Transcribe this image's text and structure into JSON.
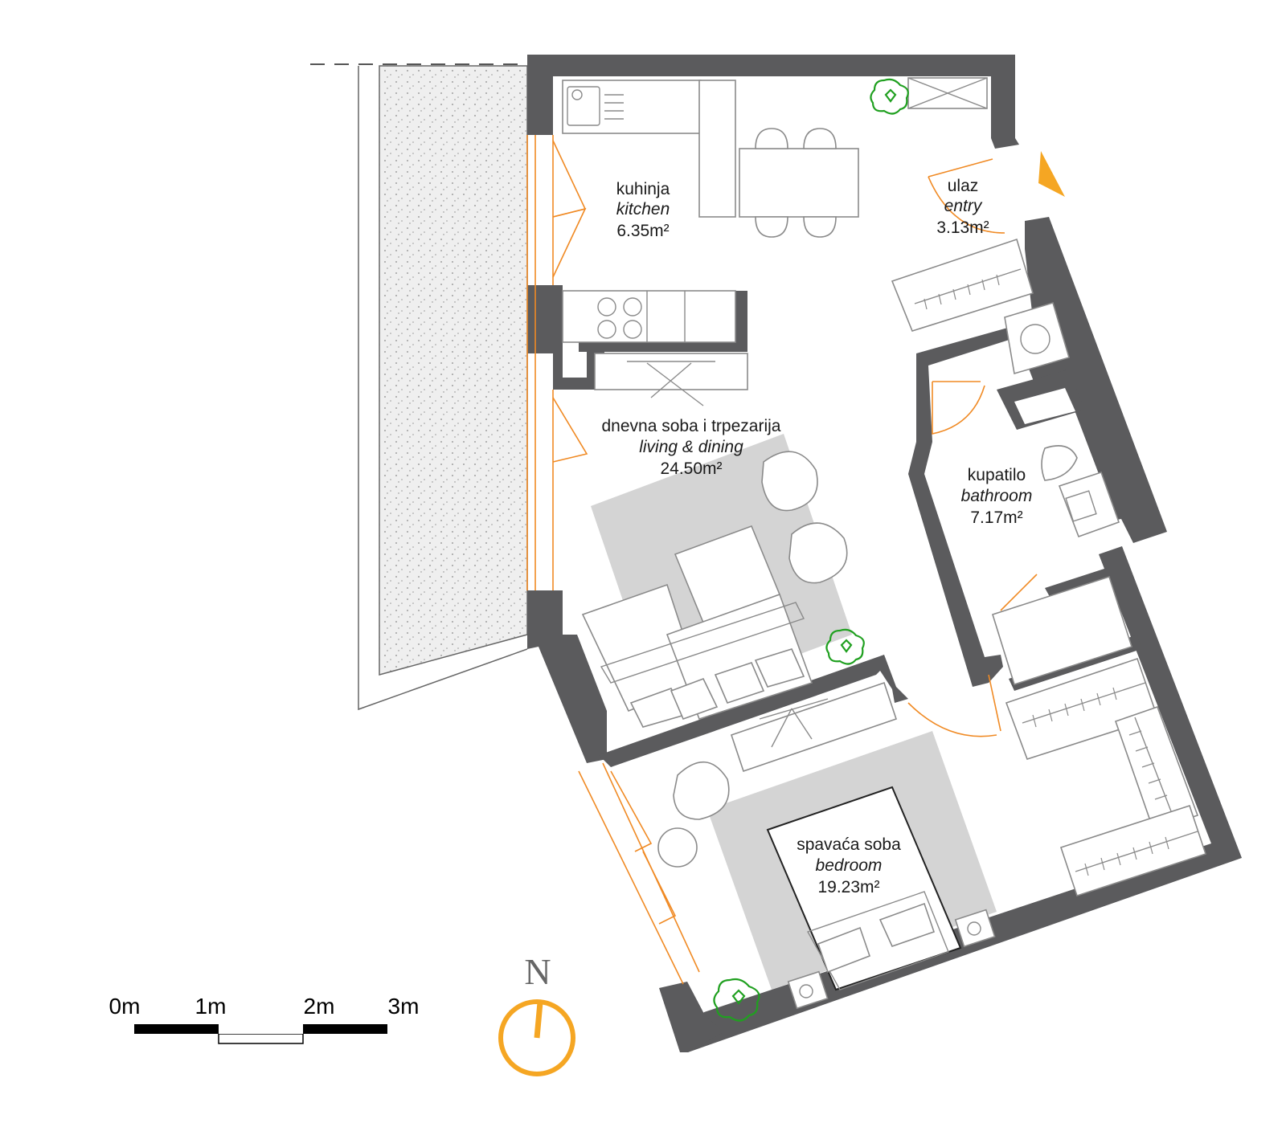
{
  "plan": {
    "rooms": [
      {
        "id": "kitchen",
        "name_local": "kuhinja",
        "name_en": "kitchen",
        "area": "6.35m²"
      },
      {
        "id": "entry",
        "name_local": "ulaz",
        "name_en": "entry",
        "area": "3.13m²"
      },
      {
        "id": "living",
        "name_local": "dnevna soba i trpezarija",
        "name_en": "living & dining",
        "area": "24.50m²"
      },
      {
        "id": "bathroom",
        "name_local": "kupatilo",
        "name_en": "bathroom",
        "area": "7.17m²"
      },
      {
        "id": "bedroom",
        "name_local": "spavaća soba",
        "name_en": "bedroom",
        "area": "19.23m²"
      }
    ],
    "scale_bar": {
      "labels": [
        "0m",
        "1m",
        "2m",
        "3m"
      ]
    },
    "compass": {
      "label": "N"
    },
    "colors": {
      "wall": "#5b5b5d",
      "rug": "#d4d4d4",
      "door": "#f08a24",
      "plant": "#20a020",
      "accent": "#f5a623"
    }
  }
}
